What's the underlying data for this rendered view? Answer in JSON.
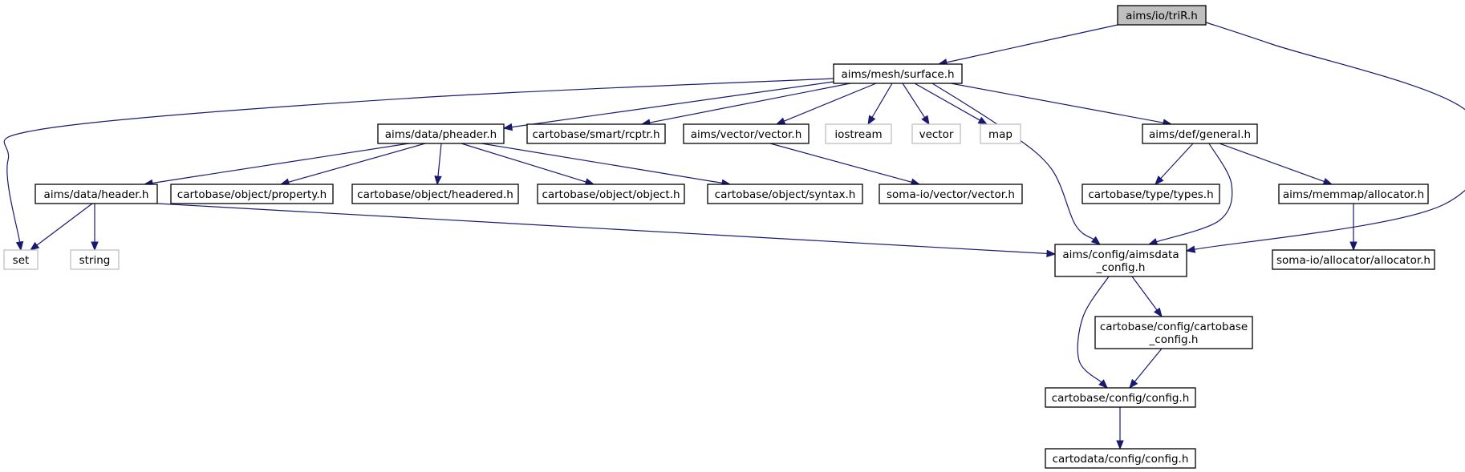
{
  "nodes": [
    {
      "id": "tri",
      "lines": [
        "aims/io/triR.h"
      ],
      "style": "root"
    },
    {
      "id": "surface",
      "lines": [
        "aims/mesh/surface.h"
      ],
      "style": "normal"
    },
    {
      "id": "pheader",
      "lines": [
        "aims/data/pheader.h"
      ],
      "style": "normal"
    },
    {
      "id": "rcptr",
      "lines": [
        "cartobase/smart/rcptr.h"
      ],
      "style": "normal"
    },
    {
      "id": "vector_h",
      "lines": [
        "aims/vector/vector.h"
      ],
      "style": "normal"
    },
    {
      "id": "iostream",
      "lines": [
        "iostream"
      ],
      "style": "system"
    },
    {
      "id": "vector",
      "lines": [
        "vector"
      ],
      "style": "system"
    },
    {
      "id": "map",
      "lines": [
        "map"
      ],
      "style": "system"
    },
    {
      "id": "general",
      "lines": [
        "aims/def/general.h"
      ],
      "style": "normal"
    },
    {
      "id": "header",
      "lines": [
        "aims/data/header.h"
      ],
      "style": "normal"
    },
    {
      "id": "property",
      "lines": [
        "cartobase/object/property.h"
      ],
      "style": "normal"
    },
    {
      "id": "headered",
      "lines": [
        "cartobase/object/headered.h"
      ],
      "style": "normal"
    },
    {
      "id": "object",
      "lines": [
        "cartobase/object/object.h"
      ],
      "style": "normal"
    },
    {
      "id": "syntax",
      "lines": [
        "cartobase/object/syntax.h"
      ],
      "style": "normal"
    },
    {
      "id": "somavector",
      "lines": [
        "soma-io/vector/vector.h"
      ],
      "style": "normal"
    },
    {
      "id": "types",
      "lines": [
        "cartobase/type/types.h"
      ],
      "style": "normal"
    },
    {
      "id": "allocator",
      "lines": [
        "aims/memmap/allocator.h"
      ],
      "style": "normal"
    },
    {
      "id": "set",
      "lines": [
        "set"
      ],
      "style": "system"
    },
    {
      "id": "string",
      "lines": [
        "string"
      ],
      "style": "system"
    },
    {
      "id": "aimsdata_config",
      "lines": [
        "aims/config/aimsdata",
        "_config.h"
      ],
      "style": "normal"
    },
    {
      "id": "soma_allocator",
      "lines": [
        "soma-io/allocator/allocator.h"
      ],
      "style": "normal"
    },
    {
      "id": "cartobase_config",
      "lines": [
        "cartobase/config/cartobase",
        "_config.h"
      ],
      "style": "normal"
    },
    {
      "id": "config",
      "lines": [
        "cartobase/config/config.h"
      ],
      "style": "normal"
    },
    {
      "id": "cartodata_config",
      "lines": [
        "cartodata/config/config.h"
      ],
      "style": "normal"
    }
  ],
  "edges": [
    {
      "from": "tri",
      "to": "surface"
    },
    {
      "from": "tri",
      "to": "aimsdata_config"
    },
    {
      "from": "surface",
      "to": "set"
    },
    {
      "from": "surface",
      "to": "pheader"
    },
    {
      "from": "surface",
      "to": "rcptr"
    },
    {
      "from": "surface",
      "to": "vector_h"
    },
    {
      "from": "surface",
      "to": "iostream"
    },
    {
      "from": "surface",
      "to": "vector"
    },
    {
      "from": "surface",
      "to": "map"
    },
    {
      "from": "surface",
      "to": "aimsdata_config"
    },
    {
      "from": "surface",
      "to": "general"
    },
    {
      "from": "pheader",
      "to": "header"
    },
    {
      "from": "pheader",
      "to": "property"
    },
    {
      "from": "pheader",
      "to": "headered"
    },
    {
      "from": "pheader",
      "to": "object"
    },
    {
      "from": "pheader",
      "to": "syntax"
    },
    {
      "from": "vector_h",
      "to": "somavector"
    },
    {
      "from": "general",
      "to": "types"
    },
    {
      "from": "general",
      "to": "aimsdata_config"
    },
    {
      "from": "general",
      "to": "allocator"
    },
    {
      "from": "header",
      "to": "set"
    },
    {
      "from": "header",
      "to": "string"
    },
    {
      "from": "header",
      "to": "aimsdata_config"
    },
    {
      "from": "allocator",
      "to": "soma_allocator"
    },
    {
      "from": "aimsdata_config",
      "to": "cartobase_config"
    },
    {
      "from": "aimsdata_config",
      "to": "config"
    },
    {
      "from": "cartobase_config",
      "to": "config"
    },
    {
      "from": "config",
      "to": "cartodata_config"
    }
  ]
}
